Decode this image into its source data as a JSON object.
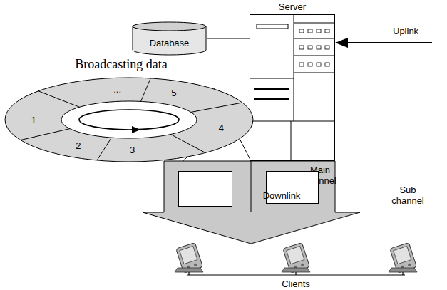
{
  "diagram": {
    "nodes": [
      {
        "text": [
          "Server"
        ]
      },
      {
        "text": [
          "Database"
        ]
      },
      {
        "text": [
          "Broadcasting data"
        ]
      },
      {
        "text": [
          "Downlink"
        ]
      },
      {
        "text": [
          "Main channel"
        ],
        "in": 3
      },
      {
        "text": [
          "Sub channel"
        ],
        "in": 3
      },
      {
        "text": [
          "Clients"
        ]
      }
    ],
    "edges": [
      {
        "from": 1,
        "to": 0,
        "arrow": "none"
      }
    ],
    "labels": [
      "1",
      "2",
      "3",
      "4",
      "5",
      "...",
      "Uplink"
    ]
  }
}
